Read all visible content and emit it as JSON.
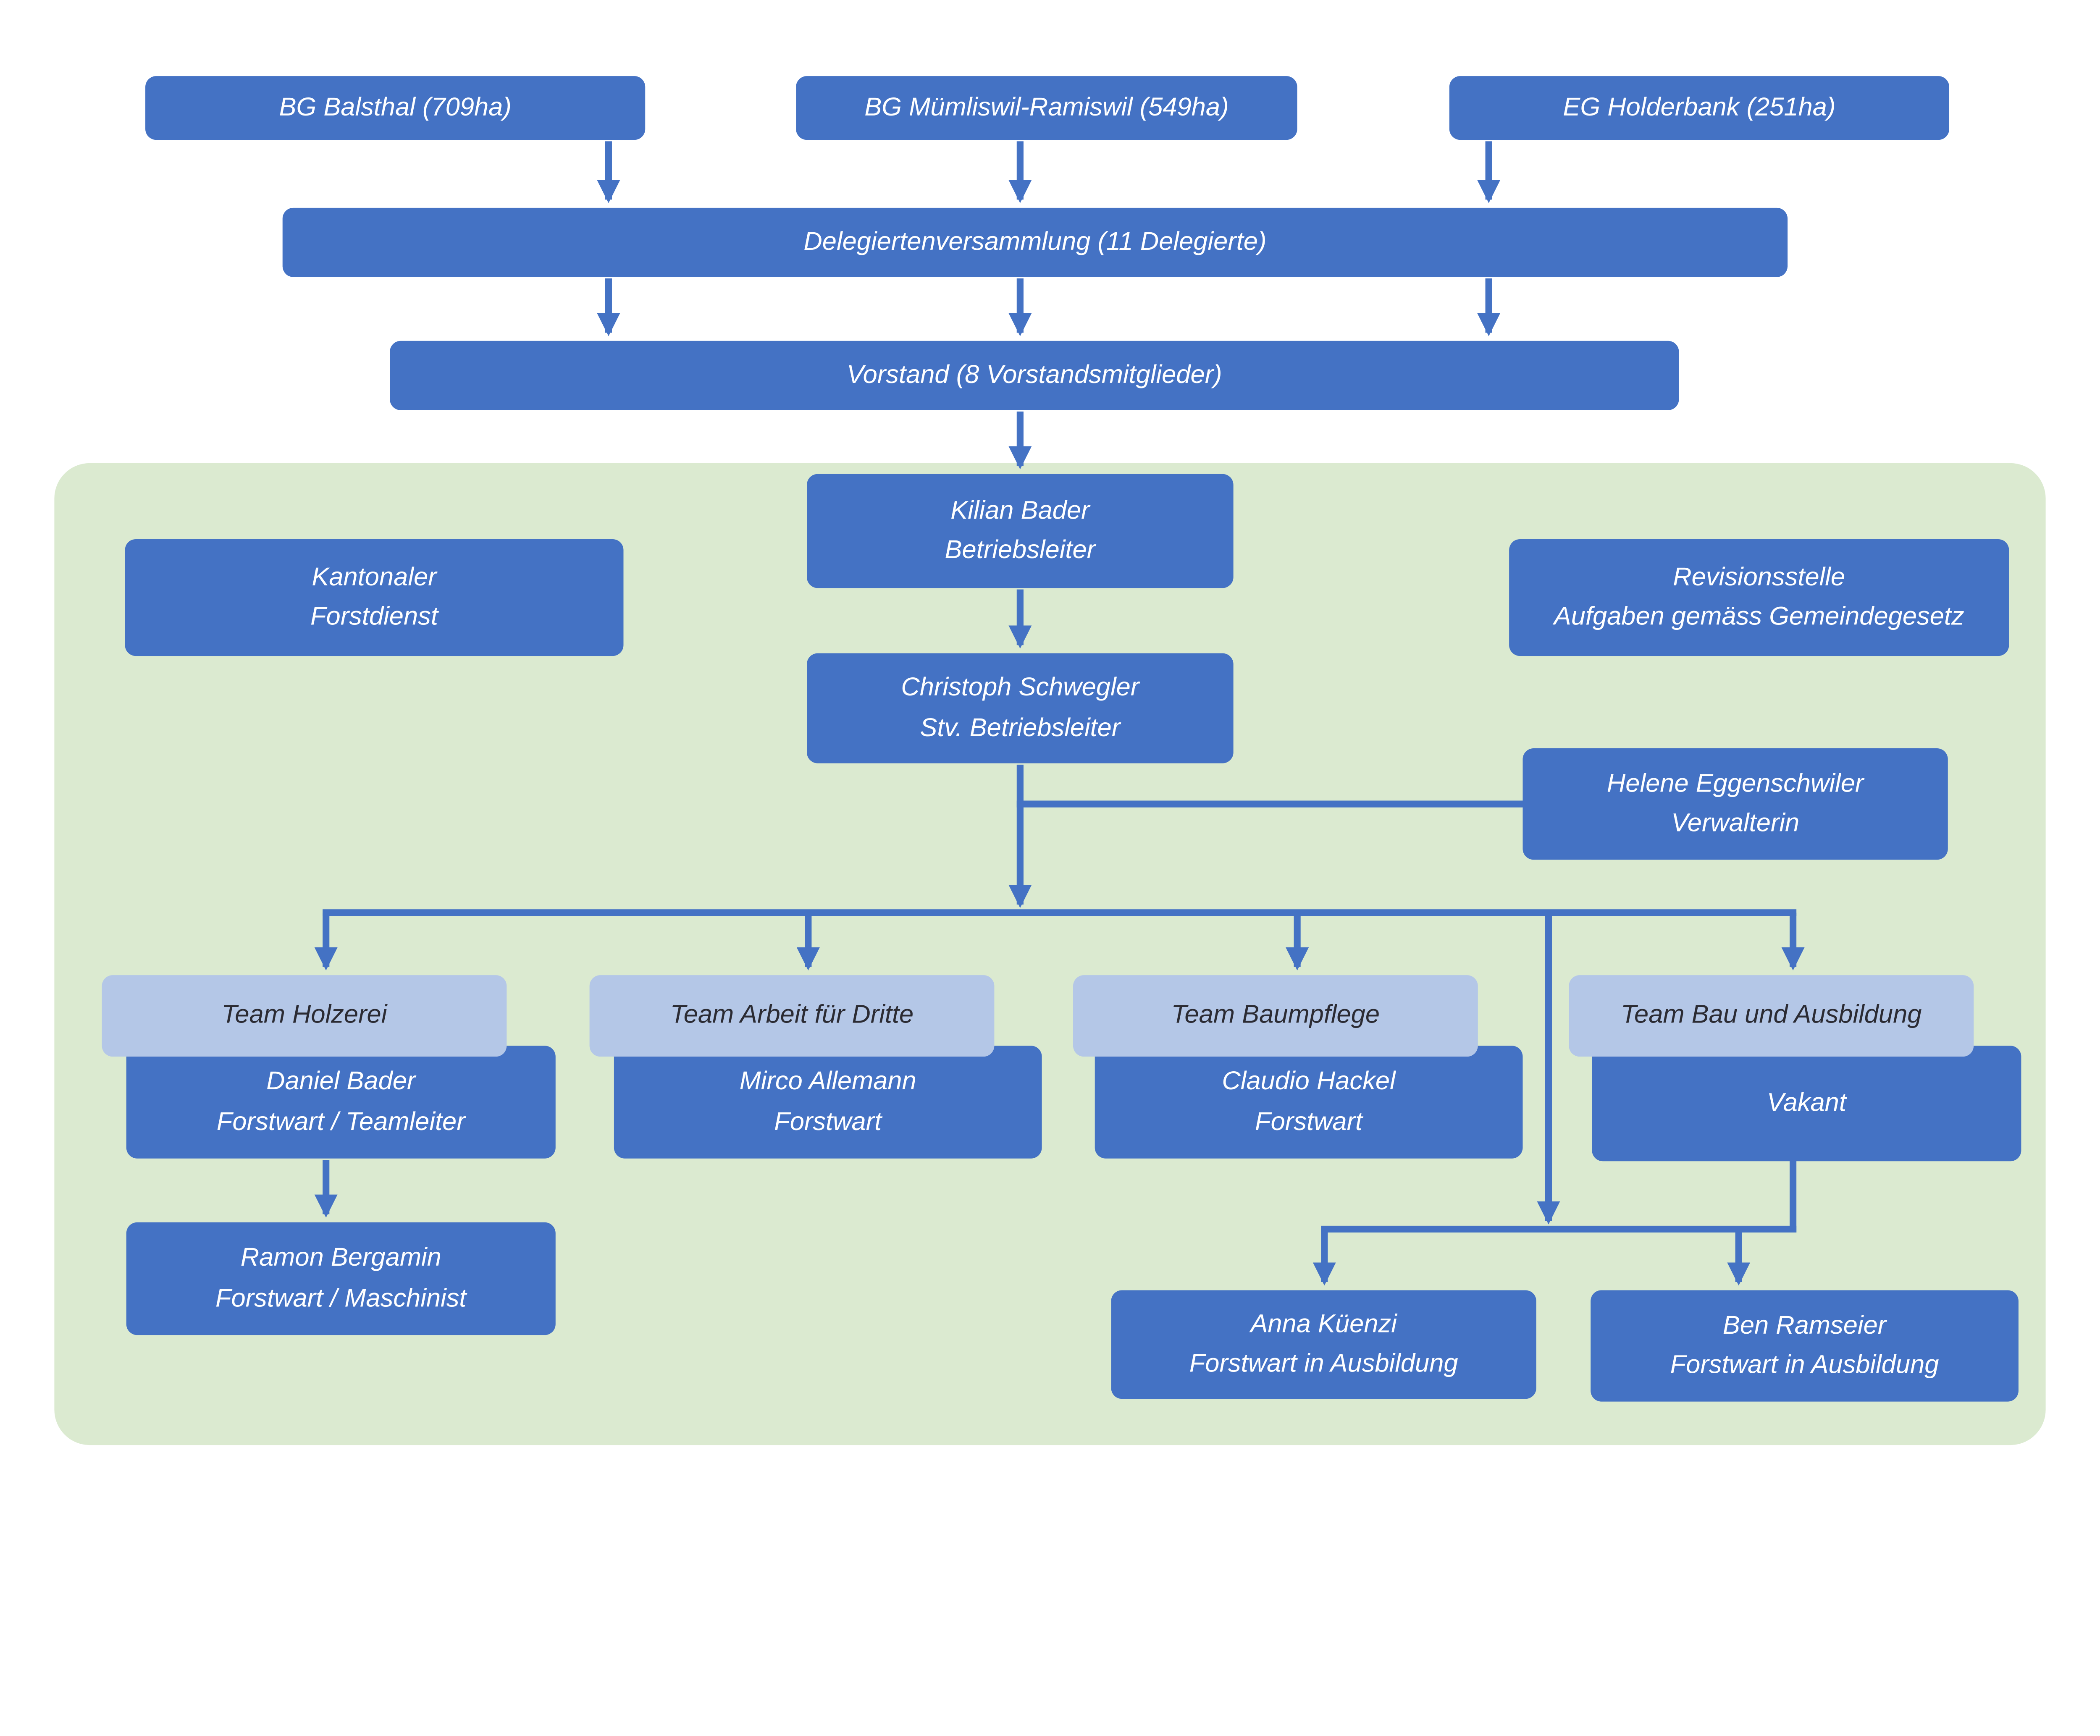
{
  "colors": {
    "box_blue": "#4472C4",
    "box_light": "#B4C7E7",
    "panel_green": "#DBEAD0",
    "connector": "#4472C4",
    "text_on_blue": "#FFFFFF",
    "text_on_light": "#2B2B33"
  },
  "top_row": [
    {
      "label": "BG Balsthal (709ha)"
    },
    {
      "label": "BG Mümliswil-Ramiswil (549ha)"
    },
    {
      "label": "EG Holderbank (251ha)"
    }
  ],
  "assembly": {
    "label": "Delegiertenversammlung (11 Delegierte)"
  },
  "board": {
    "label": "Vorstand (8 Vorstandsmitglieder)"
  },
  "manager": {
    "name": "Kilian Bader",
    "role": "Betriebsleiter"
  },
  "cantonal_service": {
    "line1": "Kantonaler",
    "line2": "Forstdienst"
  },
  "audit": {
    "line1": "Revisionsstelle",
    "line2": "Aufgaben gemäss Gemeindegesetz"
  },
  "deputy": {
    "name": "Christoph Schwegler",
    "role": "Stv. Betriebsleiter"
  },
  "administration": {
    "name": "Helene Eggenschwiler",
    "role": "Verwalterin"
  },
  "teams": [
    {
      "title": "Team Holzerei",
      "member": {
        "name": "Daniel Bader",
        "role": "Forstwart / Teamleiter"
      },
      "subordinate": {
        "name": "Ramon Bergamin",
        "role": "Forstwart / Maschinist"
      }
    },
    {
      "title": "Team Arbeit für Dritte",
      "member": {
        "name": "Mirco Allemann",
        "role": "Forstwart"
      }
    },
    {
      "title": "Team Baumpflege",
      "member": {
        "name": "Claudio Hackel",
        "role": "Forstwart"
      }
    },
    {
      "title": "Team Bau und Ausbildung",
      "member": {
        "name": "Vakant",
        "role": ""
      }
    }
  ],
  "apprentices": [
    {
      "name": "Anna Küenzi",
      "role": "Forstwart in Ausbildung"
    },
    {
      "name": "Ben Ramseier",
      "role": "Forstwart in Ausbildung"
    }
  ]
}
